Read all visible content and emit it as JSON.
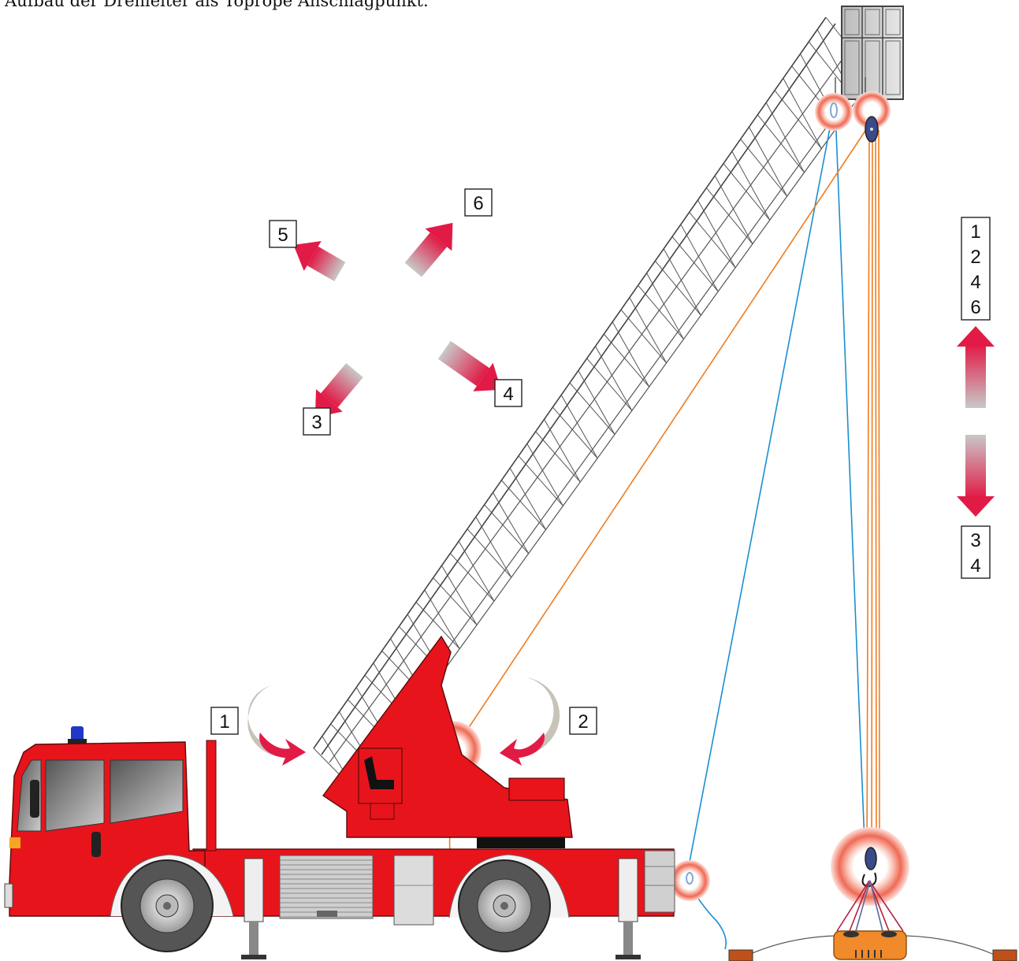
{
  "caption": "Aufbau der Drehleiter als Toprope Anschlagpunkt.",
  "labels": {
    "rotate_left": "1",
    "rotate_right": "2",
    "down_left": "3",
    "down_right": "4",
    "up_left": "5",
    "up_right": "6"
  },
  "vertical_labels": {
    "up": [
      "1",
      "2",
      "4",
      "6"
    ],
    "down": [
      "3",
      "4"
    ]
  },
  "colors": {
    "truck_red": "#e8141b",
    "arrow_red": "#e11b46",
    "arrow_grey": "#c8c8c8",
    "ring_red": "#e8553f",
    "rope_blue": "#1a8fd1",
    "rope_orange": "#f07c1e",
    "beacon_blue": "#2038c8",
    "stretcher_orange": "#f08a2a"
  }
}
